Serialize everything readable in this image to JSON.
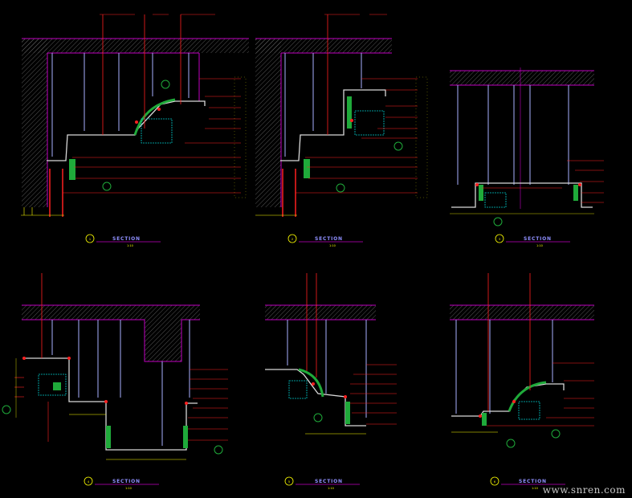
{
  "colors": {
    "background": "#000000",
    "ceiling_line": "#c000c0",
    "leader_red": "#ff2020",
    "hanger_blue": "#a8b0ff",
    "profile_white": "#d8d8d8",
    "label_yellow": "#ffff00",
    "title_blue": "#8f8fff",
    "fill_green": "#1faa3a",
    "detail_cyan": "#00c8c8",
    "hatch_grey": "#6a6a6a"
  },
  "sections": [
    {
      "id": "s1",
      "title": "SECTION",
      "marker": "1",
      "scale": "1:10"
    },
    {
      "id": "s2",
      "title": "SECTION",
      "marker": "2",
      "scale": "1:10"
    },
    {
      "id": "s3",
      "title": "SECTION",
      "marker": "3",
      "scale": "1:10"
    },
    {
      "id": "s4",
      "title": "SECTION",
      "marker": "4",
      "scale": "1:10"
    },
    {
      "id": "s5",
      "title": "SECTION",
      "marker": "5",
      "scale": "1:10"
    },
    {
      "id": "s6",
      "title": "SECTION",
      "marker": "6",
      "scale": "1:10"
    }
  ],
  "watermark": "www.snren.com"
}
